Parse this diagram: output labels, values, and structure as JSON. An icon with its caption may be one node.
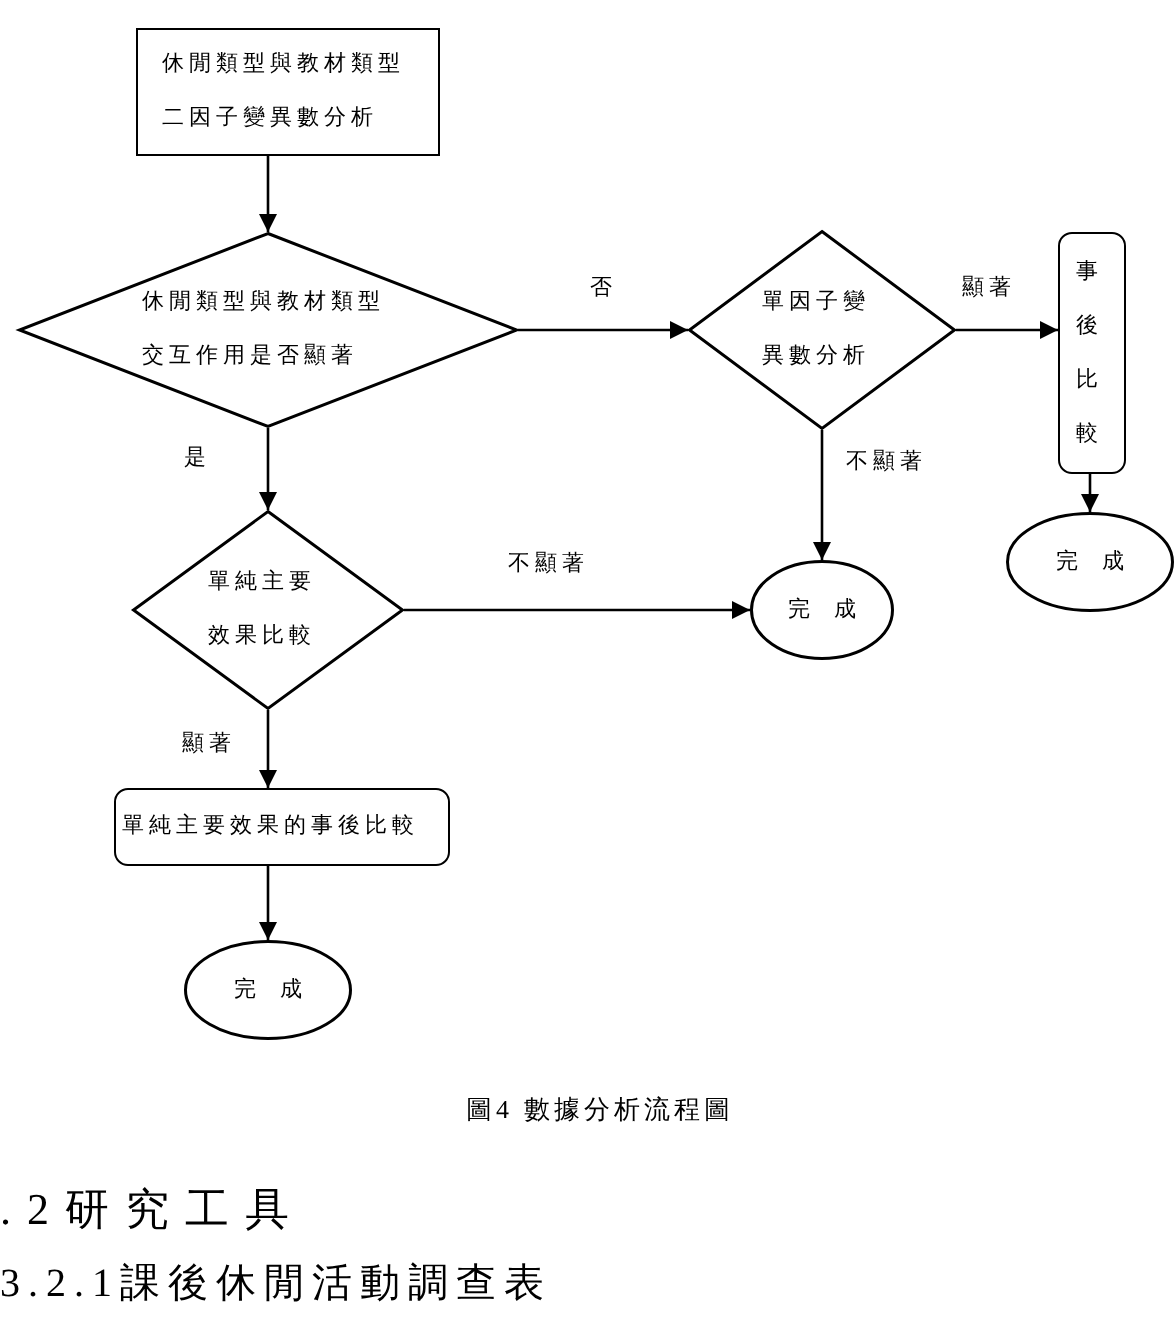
{
  "diagram": {
    "caption": "圖4 數據分析流程圖",
    "nodes": [
      {
        "text": [
          "休閒類型與教材類型二因子變異數分析"
        ]
      },
      {
        "text": [
          "休閒類型與教材類型交互作用是否顯著"
        ]
      },
      {
        "text": [
          "單因子變異數分析"
        ]
      },
      {
        "text": [
          "事後比較"
        ]
      },
      {
        "text": [
          "單純主要效果比較"
        ]
      },
      {
        "text": [
          "完成"
        ]
      },
      {
        "text": [
          "完成"
        ]
      },
      {
        "text": [
          "單純主要效果的事後比較"
        ]
      },
      {
        "text": [
          "完成"
        ]
      }
    ],
    "edges": [
      {
        "from": 0,
        "to": 1,
        "arrow": "to"
      },
      {
        "from": 1,
        "to": 2,
        "arrow": "to",
        "label": "否"
      },
      {
        "from": 2,
        "to": 3,
        "arrow": "to",
        "label": "顯著"
      },
      {
        "from": 2,
        "to": 5,
        "arrow": "to",
        "label": "不顯著"
      },
      {
        "from": 3,
        "to": 6,
        "arrow": "to"
      },
      {
        "from": 1,
        "to": 4,
        "arrow": "to",
        "label": "是"
      },
      {
        "from": 4,
        "to": 5,
        "arrow": "to",
        "label": "不顯著"
      },
      {
        "from": 4,
        "to": 7,
        "arrow": "to",
        "label": "顯著"
      },
      {
        "from": 7,
        "to": 8,
        "arrow": "to"
      }
    ],
    "labels": [
      ".2研究工具",
      "3.2.1課後休閒活動調查表"
    ]
  }
}
